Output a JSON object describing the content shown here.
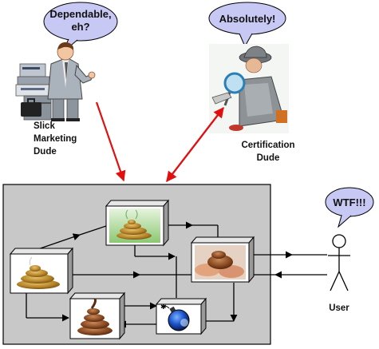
{
  "bubbles": {
    "marketing": [
      "Dependable,",
      "eh?"
    ],
    "certification": "Absolutely!",
    "user": "WTF!!!"
  },
  "labels": {
    "marketing": [
      "Slick",
      "Marketing",
      "Dude"
    ],
    "certification": [
      "Certification",
      "Dude"
    ],
    "user": "User"
  },
  "colors": {
    "panel_fill": "#c8c8c8",
    "bubble_fill": "#c8c8f4",
    "red_arrow": "#e01010",
    "line": "#000000"
  },
  "icons": {
    "component_a": "poop-pile-icon",
    "component_b": "poop-pile-steaming-icon",
    "component_c": "poop-pile-icon",
    "component_d": "bomb-icon",
    "component_e": "poop-on-hands-icon"
  }
}
